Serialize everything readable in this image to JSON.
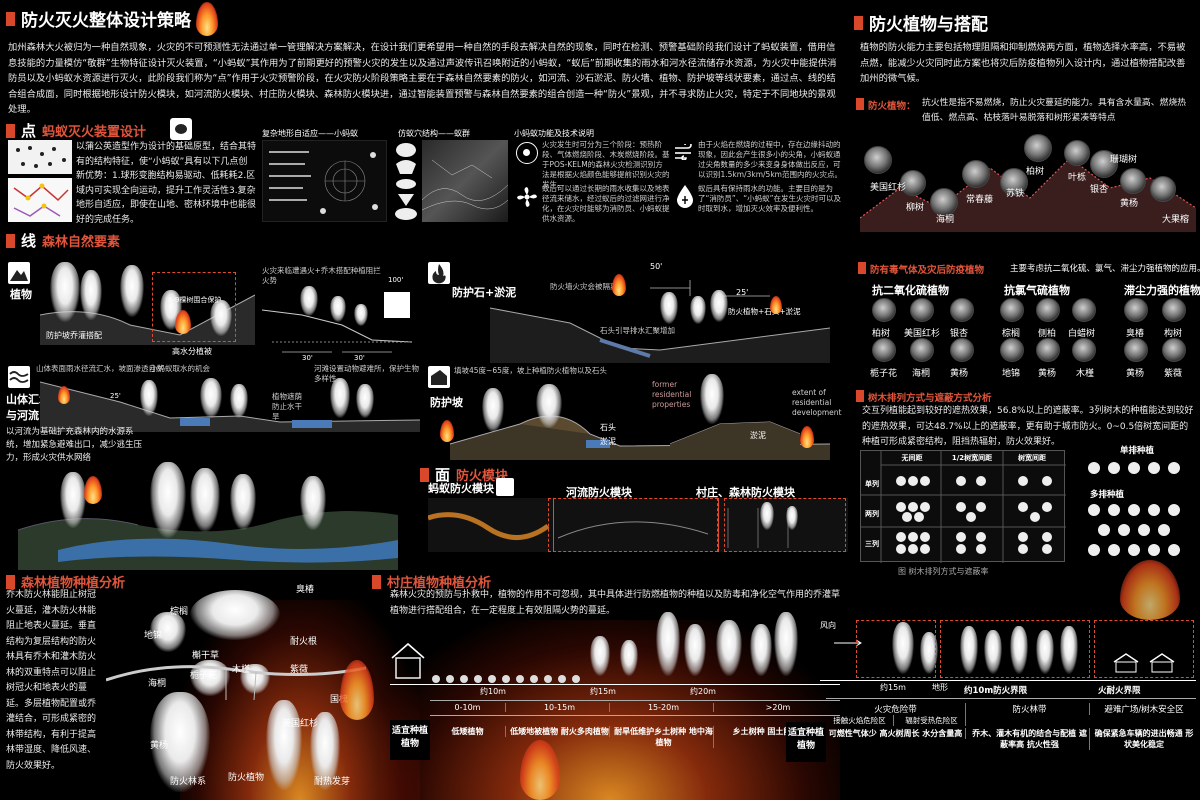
{
  "header": {
    "title": "防火灭火整体设计策略",
    "intro": "加州森林大火被归为一种自然现象，火灾的不可预测性无法通过单一管理解决方案解决，在设计我们更希望用一种自然的手段去解决自然的现象，同时在检测、预警基础阶段我们设计了蚂蚁装置，借用信息技能的力量模仿“敬群”生物特征设计灭火装置，“小蚂蚁”其作用为了前期更好的预警火灾的发生以及通过声波传讯召唤附近的小蚂蚁，“蚁后”前期收集的雨水和河水径流储存水资源，为火灾中能提供消防员以及小蚂蚁水资源进行灭火，此阶段我们称为“点”作用于火灾预警阶段，在火灾防火阶段策略主要在于森林自然要素的防火，如河流、沙石淤泥、防火墙、植物、防护坡等线状要素，通过点、线的结合组合成面，同时根据地形设计防火模块，如河流防火模块、村庄防火模块、森林防火模块进，通过智能装置预警与森林自然要素的组合创造一种“防火”景观，并不寻求防止火灾，特定于不同地块的景观处理。"
  },
  "point": {
    "big": "点",
    "title": "蚂蚁灭火装置设计",
    "desc": "以蒲公英造型作为设计的基础原型，结合其特有的结构特征，使“小蚂蚁”具有以下几点创新优势：1.球形变胞结构易驱动、低耗耗2.区域内可实现全向运动，提升工作灵活性3.复杂地形自适应，即使在山地、密林环境中也能很好的完成任务。",
    "fig1": "复杂地形自适应——小蚂蚁",
    "fig2": "仿蚁穴结构——蚁群",
    "fig3": "小蚂蚁功能及技术说明",
    "tech1": "火灾发生时可分为三个阶段：预热阶段、气体燃烧阶段、木炭燃烧阶段。基于POS-KELM的森林火灾检测识别方法是根据火焰颜色能够提前识别火灾的发生。",
    "tech2": "由于火焰在燃烧的过程中，存在边缘抖动的现象，因此会产生很多小的尖角，小蚂蚁通过尖角数量的多少来变身身体做出反应，可以识别1.5km/3km/5km范围内的火灾点。",
    "tech3": "蚁后可以通过长期的雨水收集以及地表径流来储水，经过蚁后的过滤网进行净化，在火灾时能够为消防员、小蚂蚁提供水资源。",
    "tech4": "蚁后具有保持雨水的功能。主要目的是为了“消防员”、“小蚂蚁”在发生火灾时可以及时取到水，增加灭火效率及便利性。"
  },
  "line": {
    "big": "线",
    "title": "森林自然要素",
    "plant": "植物",
    "plant_note": "防护坡乔灌搭配",
    "plant_fence": "6-9棵树围合保护",
    "plant_belt": "高水分植被",
    "section1_note": "火灾来临遭遇火+乔木搭配种植阻拦火势",
    "dim_30a": "30'",
    "dim_30b": "30'",
    "dim_100": "100'",
    "stone": "防护石+淤泥",
    "stone_note": "防火墙火灾会被隔离",
    "stone_dim1": "50'",
    "stone_dim2": "25'",
    "stone_tag": "防火植物+石头+淤泥",
    "stone_note2": "石头引导排水汇聚增加",
    "water": "山体汇水与河流",
    "water_note1": "山体表面雨水径流汇水，坡面渗透自然",
    "water_note2": "小蚂蚁取水的机会",
    "water_dim": "25'",
    "water_note3": "植物遮荫防止水干旱",
    "water_note4": "河滩设置动物避难所，保护生物多样性",
    "water_desc": "以河流为基础扩充森林内的水源系统，增加紧急避难出口，减少逃生压力，形成火灾供水网络",
    "slope": "防护坡",
    "slope_note": "填坡45度~65度，坡上种植防火植物以及石头",
    "slope_stone": "石头",
    "slope_mud": "淤泥",
    "slope_mud2": "淤泥",
    "former": "former residential properties",
    "extent": "extent of residential development"
  },
  "surface": {
    "big": "面",
    "title": "防火模块",
    "m1": "蚂蚁防火模块",
    "m2": "河流防火模块",
    "m3": "村庄、森林防火模块"
  },
  "forest": {
    "title": "森林植物种植分析",
    "desc": "乔木防火林能阻止树冠火蔓延，灌木防火林能阻止地表火蔓延。垂直结构为复层结构的防火林具有乔木和灌木防火林的双重特点可以阻止树冠火和地表火的蔓延。多层植物配置或乔灌结合，可形成紧密的林带结构，有利于提高林带湿度、降低风速、防火效果好。",
    "p": [
      "臭椿",
      "棕榈",
      "地锦",
      "耐火根",
      "栀子花",
      "木槿",
      "紫薇",
      "槲干草",
      "海桐",
      "国槐",
      "黄杨",
      "美国红杉",
      "防火林系",
      "防火植物",
      "耐热发芽"
    ]
  },
  "village": {
    "title": "村庄植物种植分析",
    "desc": "森林火灾的预防与扑救中，植物的作用不可忽视，其中具体进行防燃植物的种植以及防毒和净化空气作用的乔灌草植物进行搭配组合，在一定程度上有效阻隔火势的蔓延。",
    "wind": "风向",
    "d1": "约10m",
    "d2": "约15m",
    "d3": "约20m",
    "bands": [
      "0-10m",
      "10-15m",
      "15-20m",
      ">20m"
    ],
    "suit_label": "适宜种植植物",
    "suits": [
      "低矮植物",
      "低矮地被植物 耐火多肉植物",
      "耐旱低维护乡土树种 地中海植物",
      "乡土树种 固土能力强植物"
    ],
    "right_d1": "约15m",
    "right_d2": "地形",
    "right_d3": "约10m防火界限",
    "right_d4": "火耐火界限",
    "zone1": "火灾危险带",
    "zone2": "防火林带",
    "zone3": "避难广场/树木安全区",
    "zone1a": "接触火焰危险区",
    "zone1b": "辐射受热危险区",
    "r_suit_label": "适宜种植植物",
    "r_suits": [
      "可燃性气体少 高火树周长 水分含量高",
      "乔木、灌木有机的结合与配植 遮蔽率高 抗火性强",
      "确保紧急车辆的进出畅通 形状美化稳定"
    ]
  },
  "fireplants": {
    "title": "防火植物与搭配",
    "desc": "植物的防火能力主要包括物理阻隔和抑制燃烧两方面，植物选择水率高，不易被点燃，能减少火灾同时此方案也将灾后防疫植物列入设计内，通过植物搭配改善加州的微气候。",
    "sub": "防火植物：",
    "sub_desc": "抗火性是指不易燃烧，防止火灾蔓延的能力。具有含水量高、燃烧热值低、燃点高、枯枝落叶易脱落和树形紧凑等特点",
    "names": [
      "美国红杉",
      "柳树",
      "海桐",
      "常春藤",
      "苏铁",
      "柏树",
      "叶栎",
      "银杏",
      "黄杨",
      "珊瑚树",
      "大果榕"
    ]
  },
  "toxic": {
    "title": "防有毒气体及灾后防疫植物",
    "desc": "主要考虑抗二氧化硫、氯气、滞尘力强植物的应用。",
    "g1": "抗二氧化硫植物",
    "g1p": [
      "柏树",
      "美国红杉",
      "银杏",
      "栀子花",
      "海桐",
      "黄杨"
    ],
    "g2": "抗氯气硫植物",
    "g2p": [
      "棕榈",
      "侧柏",
      "白蜡树",
      "地锦",
      "黄杨",
      "木槿"
    ],
    "g3": "滞尘力强的植物",
    "g3p": [
      "臭椿",
      "构树",
      "黄杨",
      "紫薇"
    ]
  },
  "arrange": {
    "title": "树木排列方式与遮蔽方式分析",
    "desc": "交互列植能起到较好的遮热效果，56.8%以上的遮蔽率。3列树木的种植能达到较好的遮热效果，可达48.7%以上的遮蔽率，更有助于城市防火。0~0.5倍树宽间距的种植可形成紧密结构，阻挡热辐射，防火效果好。",
    "single": "单排种植",
    "multi": "多排种植",
    "caption": "图  树木排列方式与遮蔽率",
    "col_heads": [
      "无间距",
      "1/2树宽间距",
      "树宽间距"
    ],
    "row_heads": [
      "单列",
      "两列",
      "三列"
    ]
  }
}
